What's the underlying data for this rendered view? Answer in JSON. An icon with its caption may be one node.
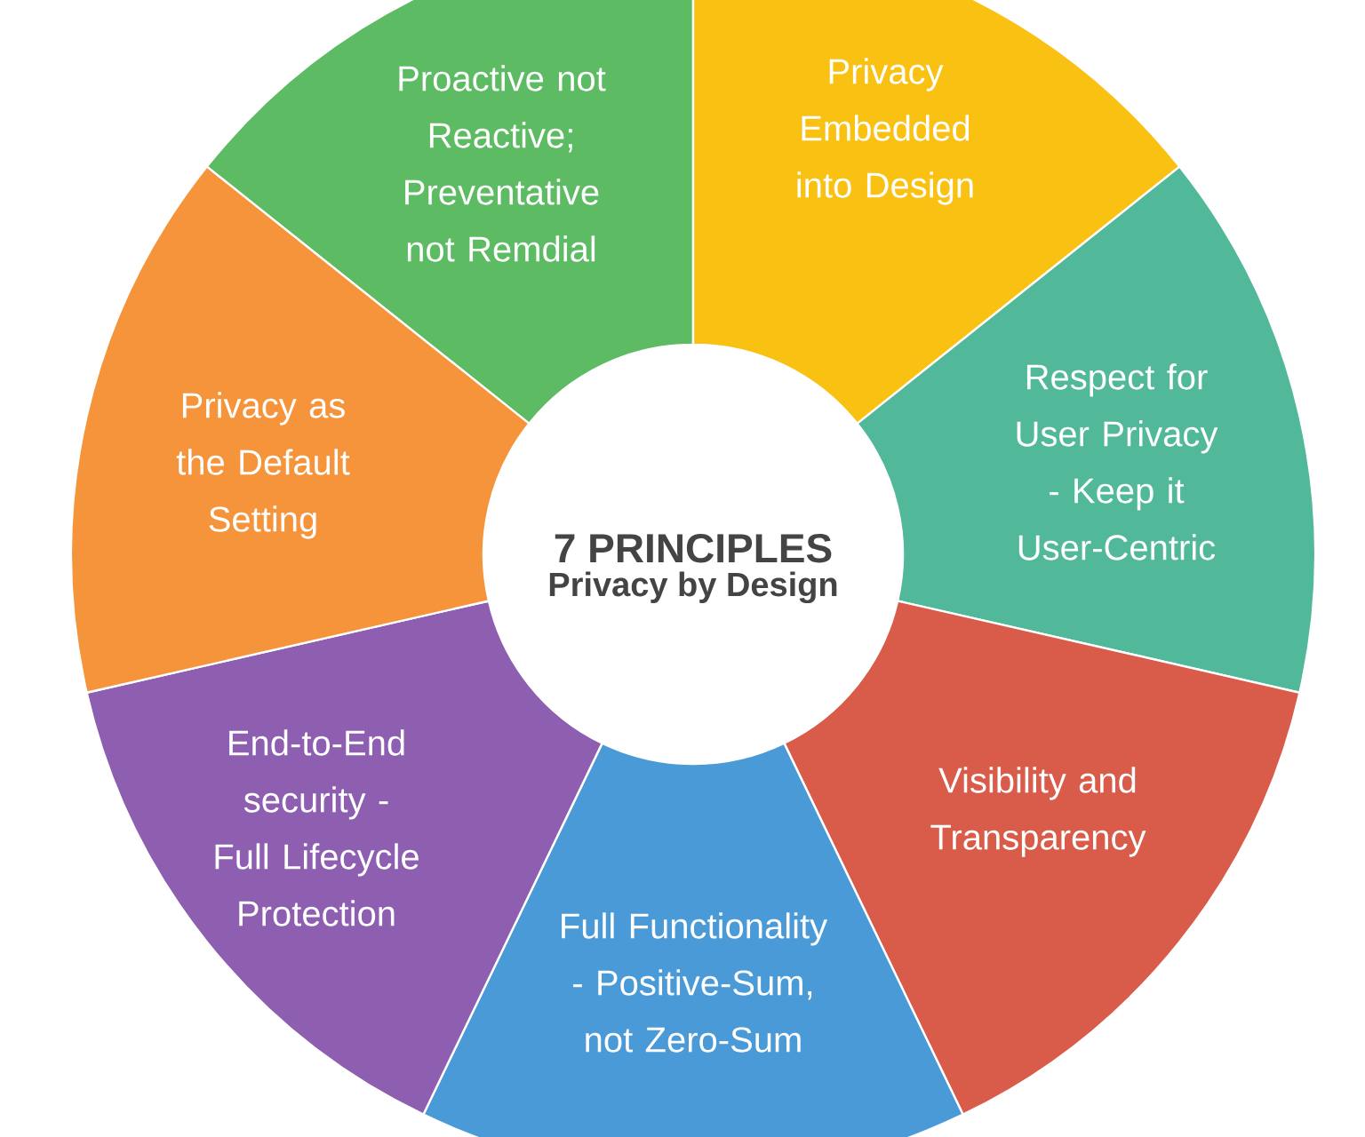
{
  "diagram": {
    "nodes": [
      {
        "text": [
          "Proactive not Reactive; Preventative not Remdial"
        ]
      },
      {
        "text": [
          "Privacy Embedded into Design"
        ]
      },
      {
        "text": [
          "Respect for User Privacy - Keep it User-Centric"
        ]
      },
      {
        "text": [
          "Visibility and Transparency"
        ]
      },
      {
        "text": [
          "Full Functionality - Positive-Sum, not Zero-Sum"
        ]
      },
      {
        "text": [
          "End-to-End security - Full Lifecycle Protection"
        ]
      },
      {
        "text": [
          "Privacy as the Default Setting"
        ]
      },
      {
        "text": [
          "7 PRINCIPLES",
          "Privacy by Design"
        ]
      }
    ]
  }
}
